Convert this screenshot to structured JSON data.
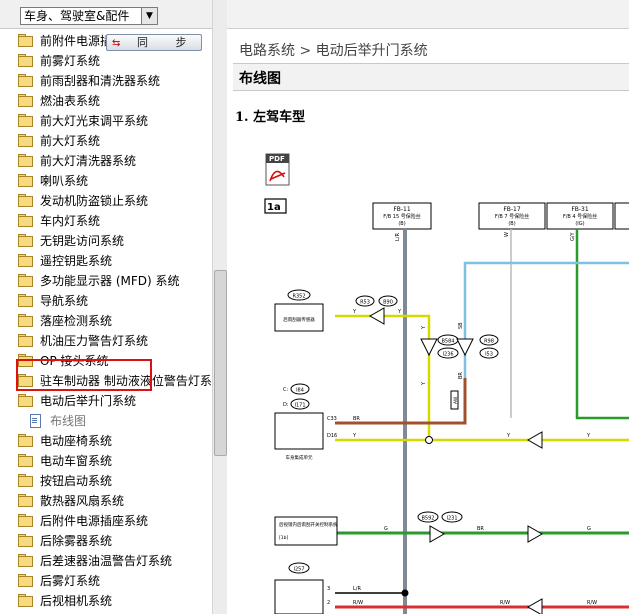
{
  "left_pane": {
    "category_select": {
      "value": "车身、驾驶室&配件"
    },
    "sync_button": {
      "label": "同 步"
    },
    "tree": [
      {
        "label": "前附件电源插座系统",
        "type": "folder"
      },
      {
        "label": "前雾灯系统",
        "type": "folder"
      },
      {
        "label": "前雨刮器和清洗器系统",
        "type": "folder"
      },
      {
        "label": "燃油表系统",
        "type": "folder"
      },
      {
        "label": "前大灯光束调平系统",
        "type": "folder"
      },
      {
        "label": "前大灯系统",
        "type": "folder"
      },
      {
        "label": "前大灯清洗器系统",
        "type": "folder"
      },
      {
        "label": "喇叭系统",
        "type": "folder"
      },
      {
        "label": "发动机防盗锁止系统",
        "type": "folder"
      },
      {
        "label": "车内灯系统",
        "type": "folder"
      },
      {
        "label": "无钥匙访问系统",
        "type": "folder"
      },
      {
        "label": "遥控钥匙系统",
        "type": "folder"
      },
      {
        "label": "多功能显示器 (MFD) 系统",
        "type": "folder"
      },
      {
        "label": "导航系统",
        "type": "folder"
      },
      {
        "label": "落座检测系统",
        "type": "folder"
      },
      {
        "label": "机油压力警告灯系统",
        "type": "folder"
      },
      {
        "label": "OP 接头系统",
        "type": "folder"
      },
      {
        "label": "驻车制动器 制动液液位警告灯系统",
        "type": "folder"
      },
      {
        "label": "电动后举升门系统",
        "type": "folder",
        "selected": true
      },
      {
        "label": "布线图",
        "type": "doc"
      },
      {
        "label": "电动座椅系统",
        "type": "folder"
      },
      {
        "label": "电动车窗系统",
        "type": "folder"
      },
      {
        "label": "按钮启动系统",
        "type": "folder"
      },
      {
        "label": "散热器风扇系统",
        "type": "folder"
      },
      {
        "label": "后附件电源插座系统",
        "type": "folder"
      },
      {
        "label": "后除雾器系统",
        "type": "folder"
      },
      {
        "label": "后差速器油温警告灯系统",
        "type": "folder"
      },
      {
        "label": "后雾灯系统",
        "type": "folder"
      },
      {
        "label": "后视相机系统",
        "type": "folder"
      }
    ]
  },
  "right_pane": {
    "breadcrumb": "电路系统 > 电动后举升门系统",
    "section_title": "布线图",
    "subheading": "1. 左驾车型",
    "diagram": {
      "pdf_icon_label": "PDF",
      "page_tag": "1a",
      "fuses": [
        {
          "code": "FB-11",
          "name": "F/B 15 号保险丝",
          "circuit": "(B)"
        },
        {
          "code": "FB-17",
          "name": "F/B 7 号保险丝",
          "circuit": "(B)"
        },
        {
          "code": "FB-31",
          "name": "F/B 4 号保险丝",
          "circuit": "(IG)"
        }
      ],
      "wire_colors": {
        "lr": "L/R",
        "w": "W",
        "gy": "G/Y",
        "y": "Y",
        "sb": "SB",
        "br": "BR",
        "g": "G",
        "rw": "R/W"
      },
      "connectors": [
        "R352",
        "R53",
        "B90",
        "B584",
        "I236",
        "R98",
        "I53",
        "I84",
        "I171",
        "B592",
        "I231",
        "I257"
      ],
      "components": {
        "rear_sensor": "后雨刮器传感器",
        "body_ecu": "车身集成单元",
        "warning_unit": "后视镜内后雨刮开关控制系统",
        "unit_ref": "[1b]"
      },
      "pin_labels": {
        "c33": "C33",
        "d16": "D16",
        "c": "C:",
        "d": "D:",
        "p3": "3",
        "p2": "2",
        "aw": "AW"
      }
    }
  },
  "colors": {
    "wire_yellow": "#d8d800",
    "wire_brown": "#a0522d",
    "wire_green": "#2a9a2a",
    "wire_red": "#d83030",
    "wire_lightblue": "#7fbfdf",
    "wire_grey": "#7f8a95",
    "highlight": "#e01010"
  }
}
